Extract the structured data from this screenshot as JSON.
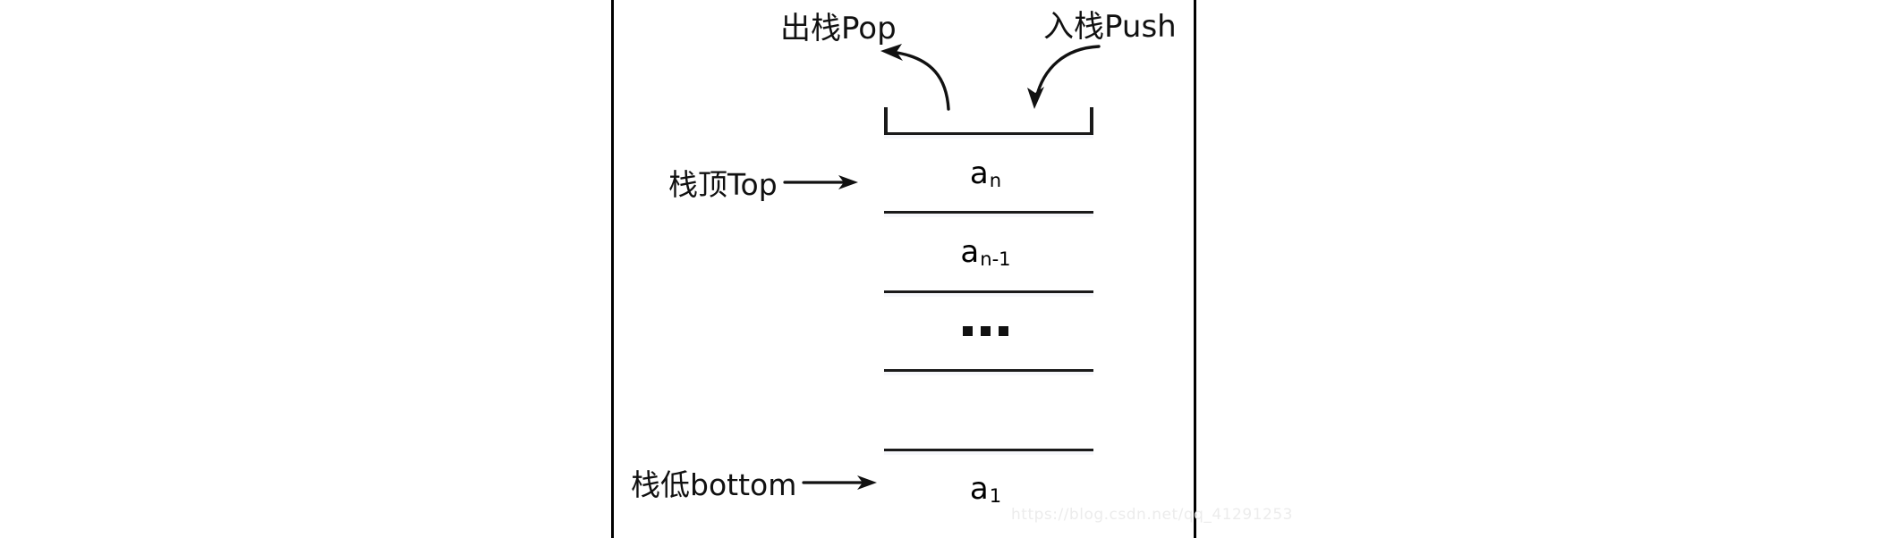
{
  "diagram": {
    "title": "stack-push-pop-diagram",
    "stack": {
      "cells": [
        {
          "id": "top",
          "label_html": "a",
          "sub": "n",
          "kind": "value"
        },
        {
          "id": "second",
          "label_html": "a",
          "sub": "n-1",
          "kind": "value"
        },
        {
          "id": "ellipsis",
          "label_html": "",
          "sub": "",
          "kind": "ellipsis"
        },
        {
          "id": "empty",
          "label_html": "",
          "sub": "",
          "kind": "empty"
        },
        {
          "id": "bottom",
          "label_html": "a",
          "sub": "1",
          "kind": "value"
        }
      ]
    },
    "labels": {
      "pop": "出栈Pop",
      "push": "入栈Push",
      "top": "栈顶Top",
      "bottom": "栈低bottom"
    },
    "arrows": {
      "pop": "curved-arrow-left-up",
      "push": "curved-arrow-down",
      "top": "straight-arrow-right",
      "bottom": "straight-arrow-right"
    },
    "colors": {
      "stroke": "#1a1a1a",
      "text": "#111111",
      "background": "#ffffff",
      "cell_tint": "#f6f7fb",
      "rule": "#000000",
      "watermark": "#ececec"
    },
    "watermark": "https://blog.csdn.net/qq_41291253"
  }
}
